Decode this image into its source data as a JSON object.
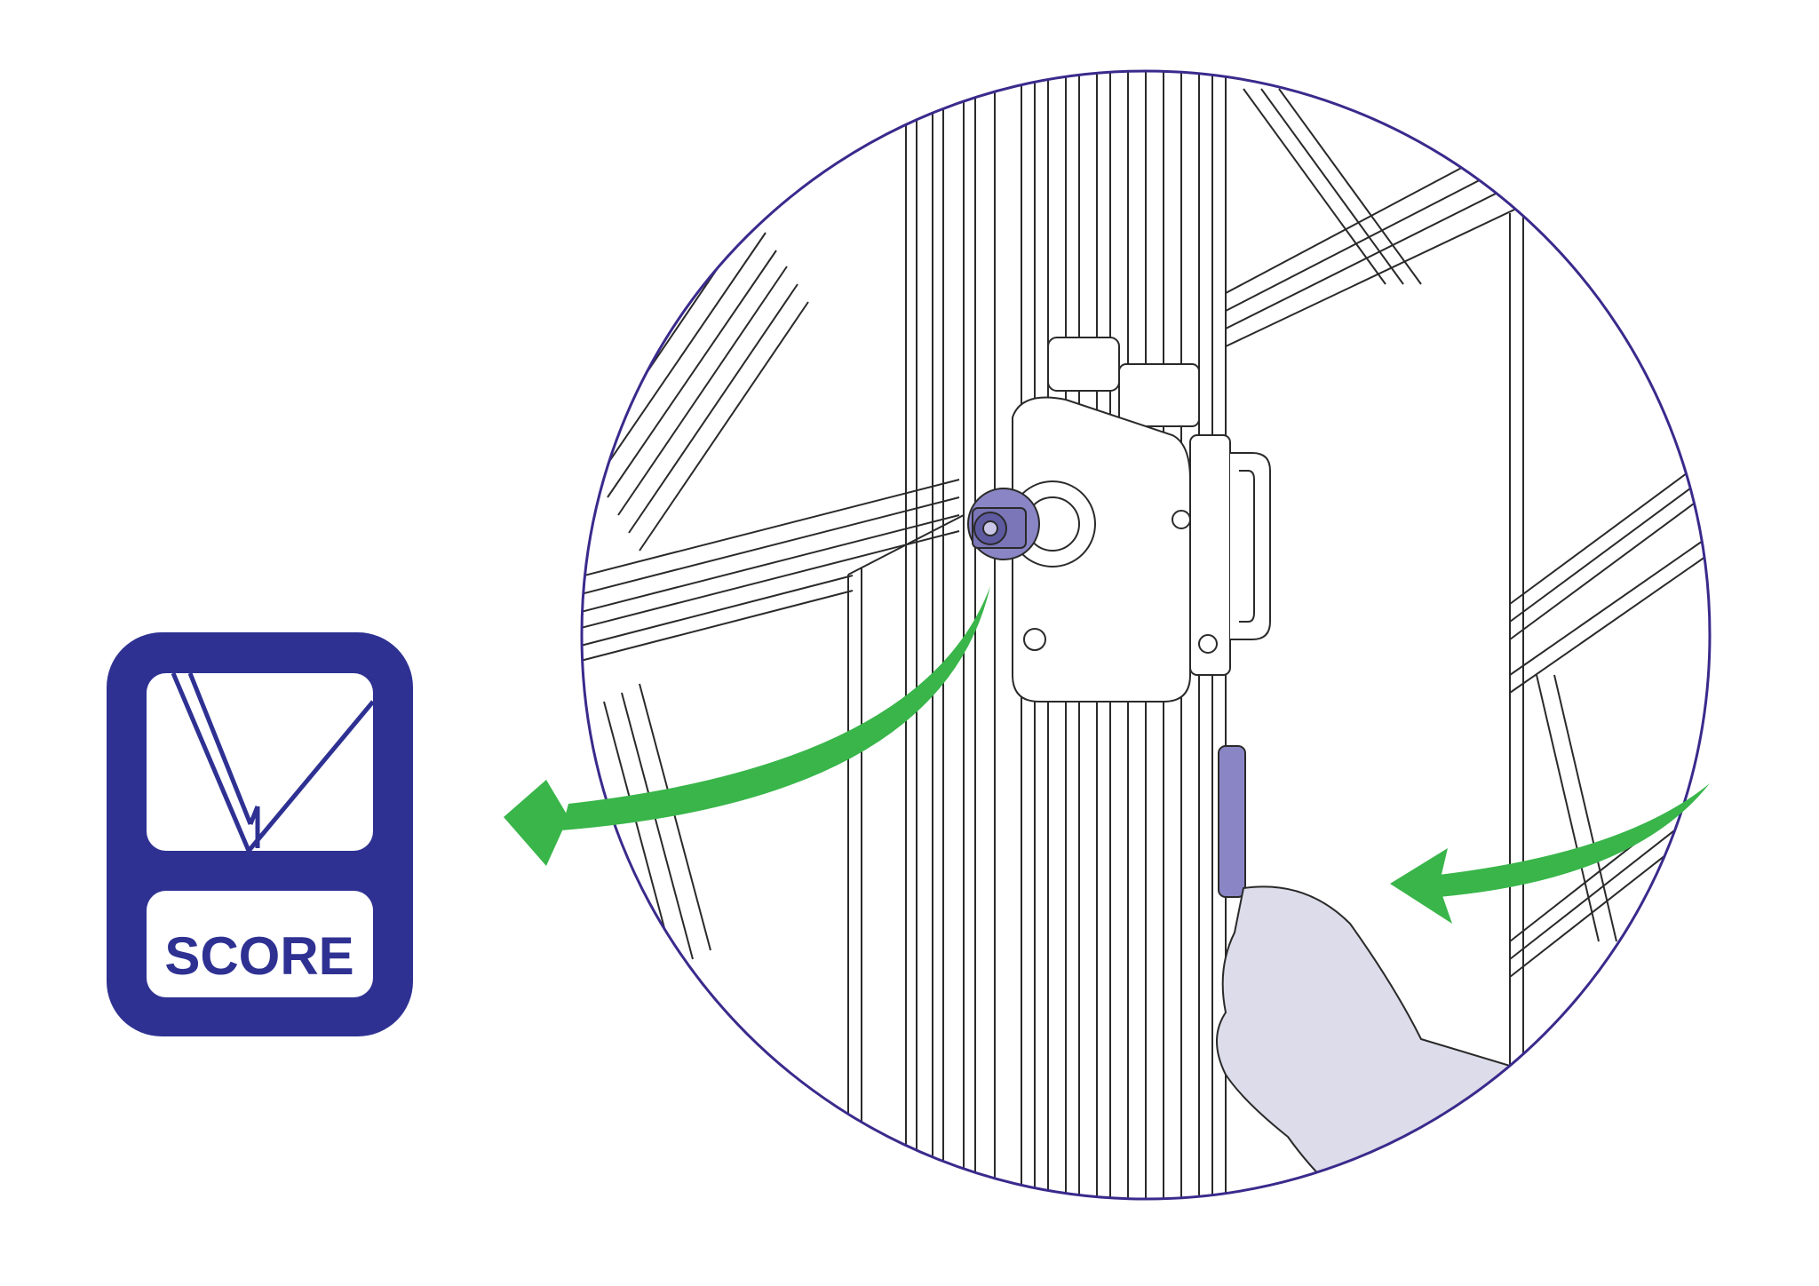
{
  "score_icon": {
    "label": "SCORE",
    "icon": "score-blade-icon",
    "color": "#2e3192"
  },
  "colors": {
    "circle_outline": "#3a2a8c",
    "arrow": "#39b54a",
    "accent_purple": "#8a86c6",
    "line_art": "#2a2a2a",
    "hand_fill": "#dcdcea"
  },
  "arrows": {
    "left": {
      "direction": "out-left",
      "icon": "curved-arrow-left-icon"
    },
    "right": {
      "direction": "in-left",
      "icon": "curved-arrow-in-icon"
    }
  }
}
